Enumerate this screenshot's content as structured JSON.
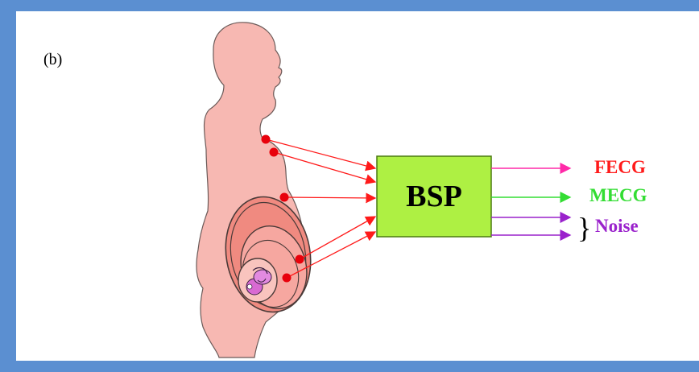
{
  "panel_label": "(b)",
  "processor_label": "BSP",
  "outputs": [
    {
      "label": "FECG",
      "color": "#ff1a1a"
    },
    {
      "label": "MECG",
      "color": "#33dd33"
    },
    {
      "label": "Noise",
      "color": "#9a22cc"
    }
  ],
  "colors": {
    "frame": "#5b8fd1",
    "body_fill": "#f7b8b2",
    "womb_fill": "#f08a80",
    "box_fill": "#aef043",
    "electrode": "#e8000b",
    "input_arrows": "#ff1a1a",
    "noise_arrows": "#9a22cc",
    "fecg_arrow": "#ff2aa8",
    "mecg_arrow": "#33dd33"
  }
}
